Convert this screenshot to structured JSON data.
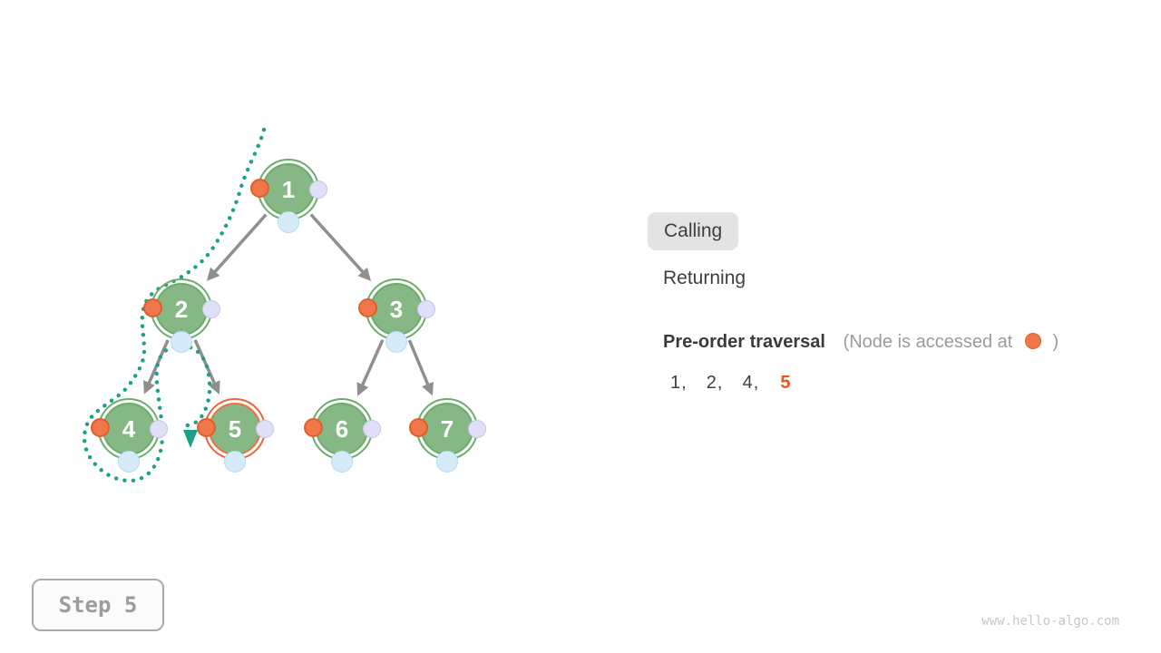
{
  "legend": {
    "calling": "Calling",
    "returning": "Returning",
    "active_mode": "Calling"
  },
  "traversal": {
    "title": "Pre-order traversal",
    "note_prefix": "(Node is accessed at",
    "note_suffix": ")",
    "order": [
      "1",
      "2",
      "4",
      "5"
    ],
    "visited_prefix": "1,  2,  4,  ",
    "current": "5"
  },
  "step": {
    "label": "Step 5"
  },
  "watermark": "www.hello-algo.com",
  "tree": {
    "nodes": [
      {
        "label": "1",
        "state": "visited"
      },
      {
        "label": "2",
        "state": "visited"
      },
      {
        "label": "3",
        "state": "unvisited"
      },
      {
        "label": "4",
        "state": "visited"
      },
      {
        "label": "5",
        "state": "current"
      },
      {
        "label": "6",
        "state": "unvisited"
      },
      {
        "label": "7",
        "state": "unvisited"
      }
    ],
    "edges": [
      [
        "1",
        "2"
      ],
      [
        "1",
        "3"
      ],
      [
        "2",
        "4"
      ],
      [
        "2",
        "5"
      ],
      [
        "3",
        "6"
      ],
      [
        "3",
        "7"
      ]
    ]
  },
  "colors": {
    "node_green": "#85b884",
    "node_ring_green": "#6cac6b",
    "current_ring_orange": "#e8653b",
    "preorder_dot_orange": "#f0774a",
    "postorder_dot_lavender": "#dfdff8",
    "inorder_dot_blue": "#d5ebf9",
    "recursion_path_teal": "#1ca189",
    "edge_gray": "#8f8f8f",
    "current_digit_orange": "#e8581b"
  }
}
